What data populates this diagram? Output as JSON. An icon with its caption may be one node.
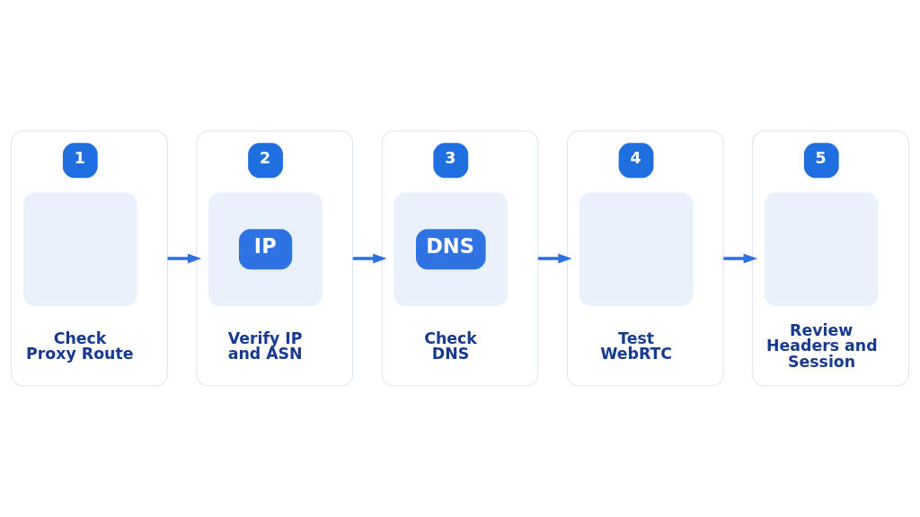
{
  "diagram": {
    "nodes": [
      {
        "text": [
          "1",
          "Check Proxy Route"
        ]
      },
      {
        "text": [
          "2",
          "IP",
          "Verify IP and ASN"
        ]
      },
      {
        "text": [
          "3",
          "DNS",
          "Check DNS"
        ]
      },
      {
        "text": [
          "4",
          "Test WebRTC"
        ]
      },
      {
        "text": [
          "5",
          "Review Headers and Session"
        ]
      }
    ],
    "edges": [
      {
        "from": 0,
        "to": 1,
        "arrow": "to"
      },
      {
        "from": 1,
        "to": 2,
        "arrow": "to"
      },
      {
        "from": 2,
        "to": 3,
        "arrow": "to"
      },
      {
        "from": 3,
        "to": 4,
        "arrow": "to"
      }
    ]
  }
}
